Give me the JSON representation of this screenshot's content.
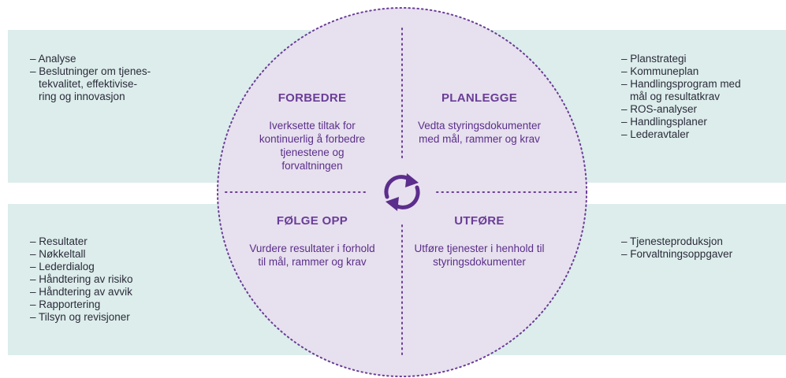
{
  "quadrants": {
    "forbedre": {
      "title": "FORBEDRE",
      "text": "Iverksette tiltak for kontinuerlig å forbedre tjenestene og forvaltningen"
    },
    "planlegge": {
      "title": "PLANLEGGE",
      "text": "Vedta styringsdokumenter med mål, rammer og krav"
    },
    "folge_opp": {
      "title": "FØLGE OPP",
      "text": "Vurdere resultater i forhold til mål, rammer og krav"
    },
    "utfore": {
      "title": "UTFØRE",
      "text": "Utføre tjenester i henhold til styringsdokumenter"
    }
  },
  "lists": {
    "top_left": [
      "– Analyse",
      "– Beslutninger om tjenes-",
      "tekvalitet, effektivise-",
      "ring og innovasjon"
    ],
    "top_right": [
      "– Planstrategi",
      "– Kommuneplan",
      "– Handlingsprogram med",
      "mål og resultatkrav",
      "– ROS-analyser",
      "– Handlingsplaner",
      "– Lederavtaler"
    ],
    "bottom_left": [
      "– Resultater",
      "– Nøkkeltall",
      "– Lederdialog",
      "– Håndtering av risiko",
      "– Håndtering av avvik",
      "– Rapportering",
      "– Tilsyn og revisjoner"
    ],
    "bottom_right": [
      "– Tjenesteproduksjon",
      "– Forvaltningsoppgaver"
    ]
  },
  "colors": {
    "band": "#dcedeb",
    "circle_fill": "#e7e0ee",
    "accent": "#6a3d98",
    "cycle_icon": "#5b2d8c"
  },
  "icons": {
    "center": "cycle-arrows-icon"
  }
}
